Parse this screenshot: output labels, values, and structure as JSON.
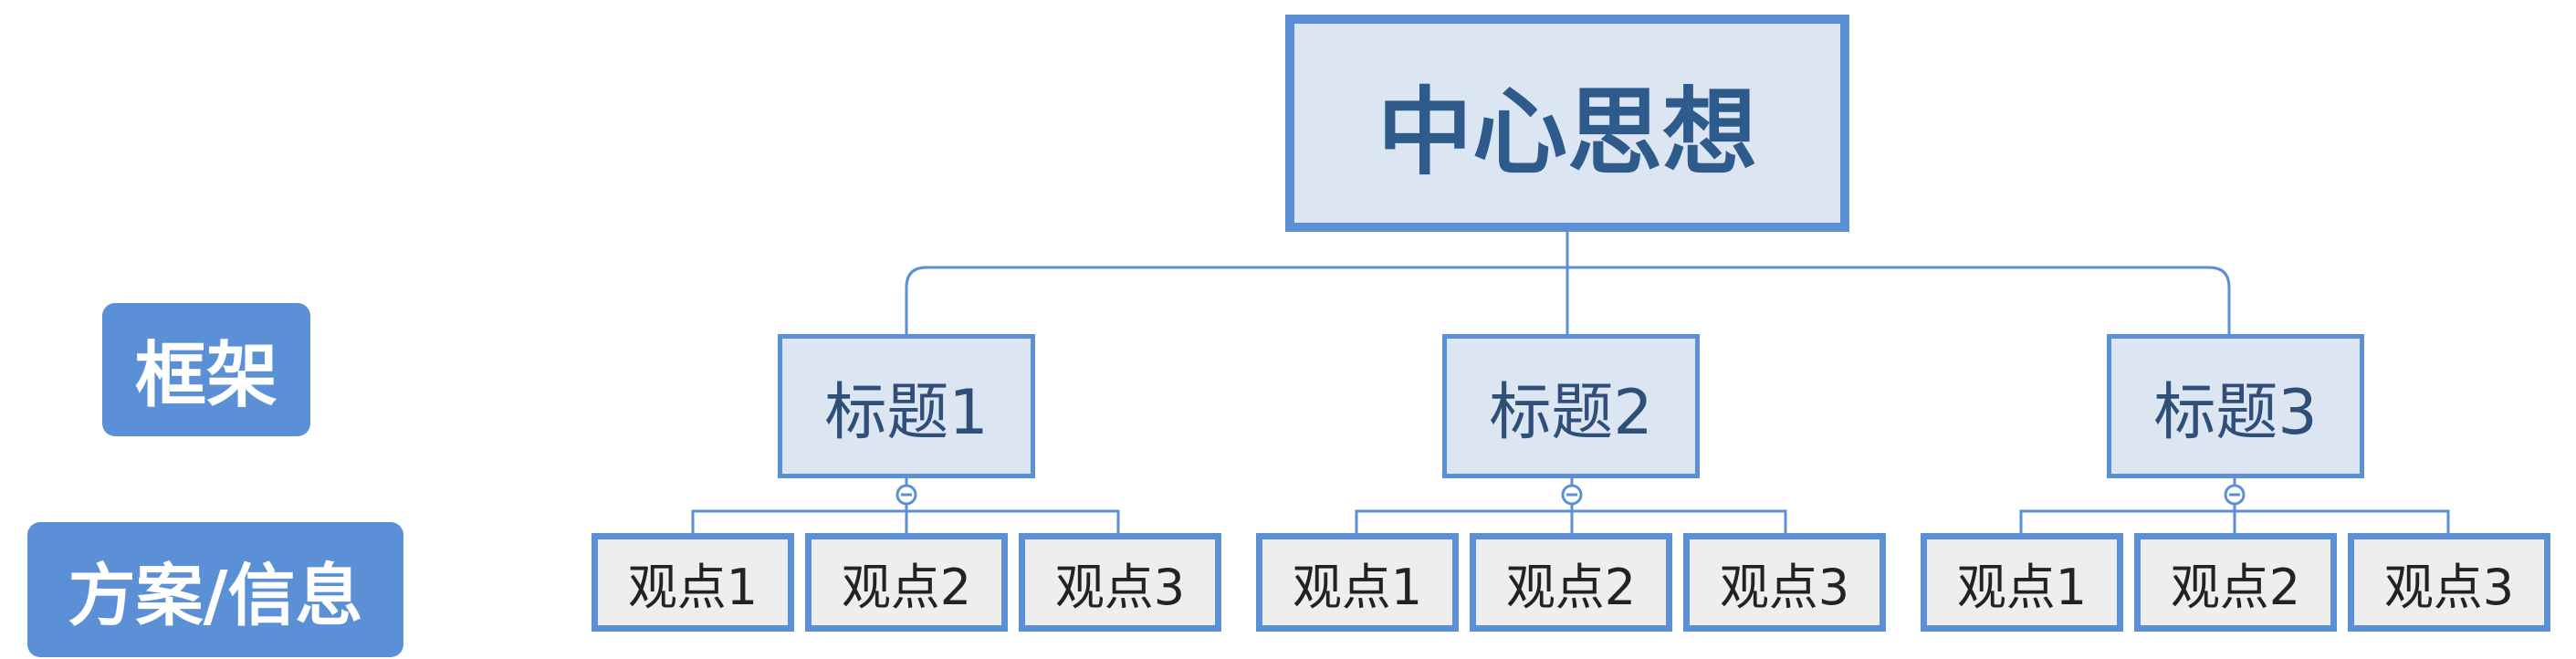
{
  "labels": {
    "framework": "框架",
    "plan": "方案/信息"
  },
  "central": "中心思想",
  "headings": [
    {
      "title": "标题1",
      "points": [
        "观点1",
        "观点2",
        "观点3"
      ]
    },
    {
      "title": "标题2",
      "points": [
        "观点1",
        "观点2",
        "观点3"
      ]
    },
    {
      "title": "标题3",
      "points": [
        "观点1",
        "观点2",
        "观点3"
      ]
    }
  ],
  "colors": {
    "accent": "#5b8fd6",
    "node_fill": "#dce5f2",
    "point_fill": "#eeeeee"
  }
}
